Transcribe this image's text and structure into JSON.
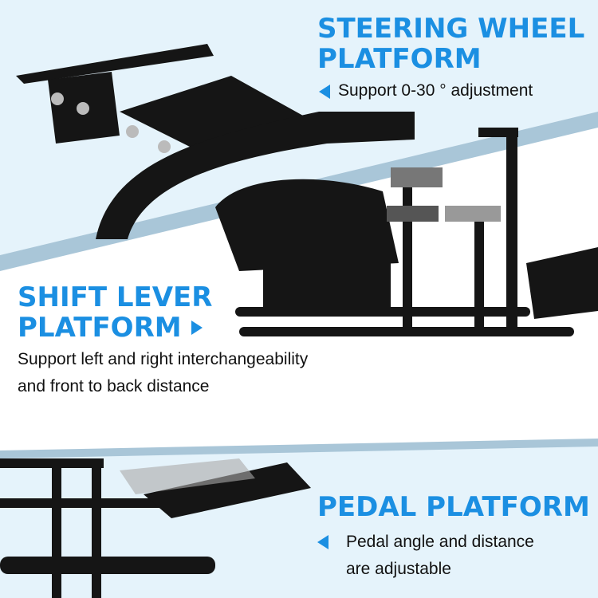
{
  "colors": {
    "accent": "#1b8fe2",
    "band": "#e5f3fb",
    "stripe": "#a9c6d8",
    "frame": "#111111"
  },
  "sections": {
    "steering": {
      "title_line1": "STEERING WHEEL",
      "title_line2": "PLATFORM",
      "desc": "Support 0-30 ° adjustment",
      "marker": "triangle-left-icon"
    },
    "shift": {
      "title_line1": "SHIFT LEVER",
      "title_line2": "PLATFORM",
      "desc_line1": "Support left and right interchangeability",
      "desc_line2": "and front to back distance",
      "marker": "triangle-right-icon"
    },
    "pedal": {
      "title": "PEDAL PLATFORM",
      "desc_line1": "Pedal angle and distance",
      "desc_line2": "are adjustable",
      "marker": "triangle-left-icon"
    }
  }
}
